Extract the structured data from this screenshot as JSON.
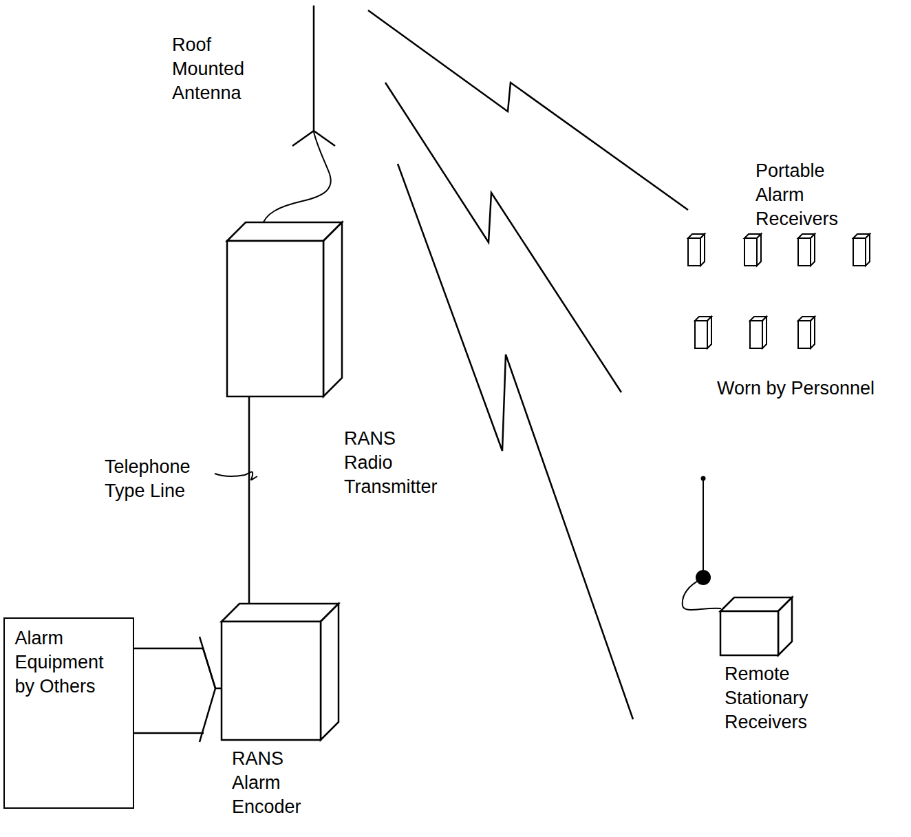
{
  "diagram": {
    "nodes": [
      {
        "text": [
          "RANS Radio Transmitter"
        ]
      },
      {
        "text": [
          "Remote Stationary Receivers"
        ]
      },
      {
        "text": [
          "Alarm Equipment by Others"
        ]
      },
      {
        "text": [
          "RANS Alarm Encoder"
        ]
      }
    ],
    "edges": [
      {
        "from": 3,
        "to": 0,
        "arrow": "none",
        "label": "Telephone Type Line"
      },
      {
        "from": 2,
        "to": 3,
        "arrow": "none"
      }
    ],
    "labels": [
      "Roof Mounted Antenna",
      "Portable Alarm Receivers",
      "Worn by Personnel"
    ]
  }
}
